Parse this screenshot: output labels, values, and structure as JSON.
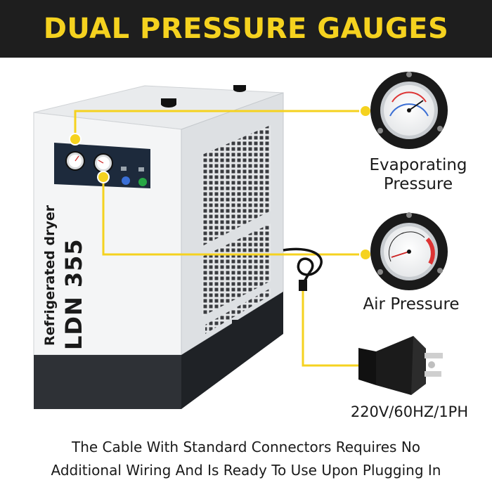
{
  "banner": {
    "title": "DUAL PRESSURE GAUGES"
  },
  "product": {
    "subtitle": "Refrigerated dryer",
    "model": "LDN 355"
  },
  "callouts": {
    "evaporating": "Evaporating\nPressure",
    "air": "Air Pressure",
    "power": "220V/60HZ/1PH"
  },
  "caption": {
    "line1": "The Cable With Standard Connectors Requires No",
    "line2": "Additional Wiring And Is Ready To Use Upon Plugging In"
  },
  "colors": {
    "banner_bg": "#1e1e1e",
    "accent_yellow": "#f5d21f",
    "panel_navy": "#1d2a3c"
  }
}
